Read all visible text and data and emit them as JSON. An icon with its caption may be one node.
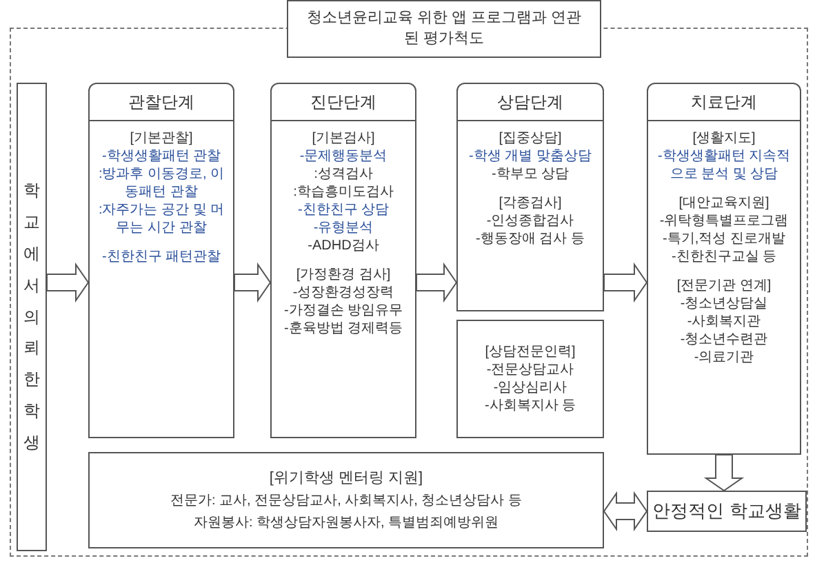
{
  "diagram": {
    "title": "청소년윤리교육 위한 앱 프로그램과 연관된 평가척도",
    "nodes": [
      {
        "text": [
          "학교에서 의뢰한 학생"
        ]
      },
      {
        "text": [
          "관찰단계",
          "[기본관찰]",
          "-학생생활패턴 관찰",
          ":방과후 이동경로, 이동패턴 관찰",
          ":자주가는 공간 및 머무는 시간 관찰",
          "-친한친구 패턴관찰"
        ]
      },
      {
        "text": [
          "진단단계",
          "[기본검사]",
          "-문제행동분석",
          ":성격검사",
          ":학습흥미도검사",
          "-친한친구 상담",
          "-유형분석",
          "-ADHD검사",
          "[가정환경 검사]",
          "-성장환경성장력",
          "-가정결손 방임유무",
          "-훈육방법 경제력등"
        ]
      },
      {
        "text": [
          "상담단계",
          "[집중상담]",
          "-학생 개별 맞춤상담",
          "-학부모 상담",
          "[각종검사]",
          "-인성종합검사",
          "-행동장애 검사 등"
        ]
      },
      {
        "text": [
          "[상담전문인력]",
          "-전문상담교사",
          "-임상심리사",
          "-사회복지사 등"
        ]
      },
      {
        "text": [
          "치료단계",
          "[생활지도]",
          "-학생생활패턴 지속적으로 분석 및 상담",
          "[대안교육지원]",
          "-위탁형특별프로그램",
          "-특기,적성 진로개발",
          "-친한친구교실 등",
          "[전문기관 연계]",
          "-청소년상담실",
          "-사회복지관",
          "-청소년수련관",
          "-의료기관"
        ]
      },
      {
        "text": [
          "[위기학생 멘터링 지원]",
          "전문가: 교사, 전문상담교사, 사회복지사, 청소년상담사 등",
          "자원봉사: 학생상담자원봉사자, 특별범죄예방위원"
        ]
      },
      {
        "text": [
          "안정적인 학교생활"
        ]
      }
    ],
    "edges": [
      {
        "from": 0,
        "to": 1,
        "arrow": "to"
      },
      {
        "from": 1,
        "to": 2,
        "arrow": "to"
      },
      {
        "from": 2,
        "to": 3,
        "arrow": "to"
      },
      {
        "from": 3,
        "to": 5,
        "arrow": "to"
      },
      {
        "from": 5,
        "to": 7,
        "arrow": "to"
      },
      {
        "from": 6,
        "to": 7,
        "arrow": "both"
      }
    ]
  }
}
